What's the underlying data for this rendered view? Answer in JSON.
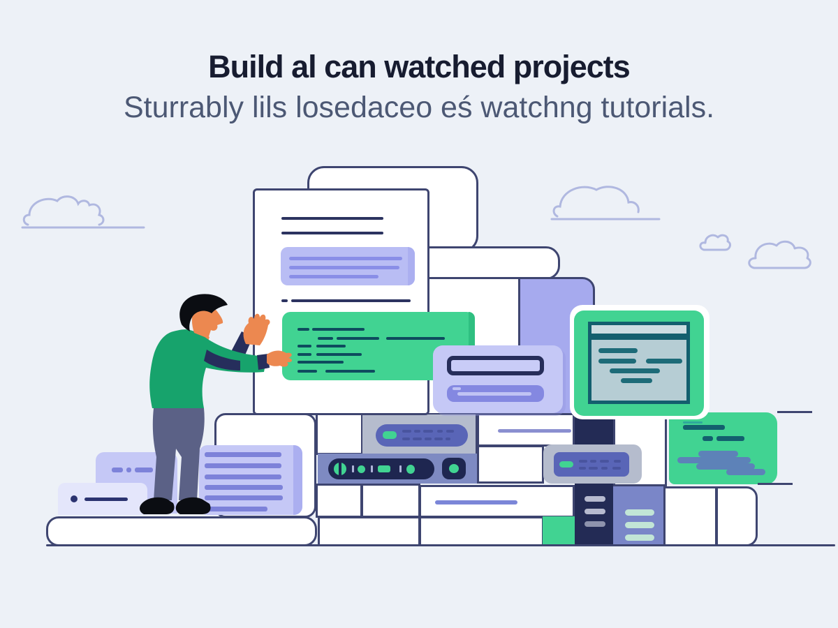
{
  "header": {
    "title": "Build al can watched projects",
    "subtitle": "Sturrably lils losedaceo eś watchng tutorials."
  },
  "illustration": {
    "alt": "Flat illustration of a person assembling a wall of stacked UI building blocks",
    "components": [
      "outline clouds",
      "document card with highlighted paragraph",
      "green code block with teal code lines",
      "lavender form card with input box and button bar",
      "green browser monitor with teal text lines",
      "media player bar with pause, play and stop controls",
      "control panels with purple readout screens",
      "green snippet card with blue text pills",
      "navy and purple columns with list pills",
      "lavender list cards",
      "white base platform",
      "person in green sweater placing a block"
    ]
  },
  "colors": {
    "bg": "#edf1f7",
    "title": "#171c30",
    "subtitle": "#4c5874",
    "outline": "#3e4570",
    "navy": "#232b55",
    "navy_deep": "#1e2650",
    "green": "#41d392",
    "green_dark": "#2fbf81",
    "teal": "#135f6e",
    "teal_line": "#0e4b5e",
    "screen_bg": "#b6cdd4",
    "screen_header": "#ccdde2",
    "periwinkle": "#b9bdf4",
    "periwinkle_line": "#898ee7",
    "lavender": "#c5c8f6",
    "lavender_fold": "#abaff0",
    "lavender_light": "#e4e6fb",
    "purple": "#a6aaee",
    "purple_bar": "#8488e1",
    "purple_stripe": "#7d82d9",
    "slate_row": "#7e8ac2",
    "gray_panel": "#b5bccd",
    "screen_purple": "#5965b7",
    "screen_marks": "#49549f",
    "blue_pill": "#5d82b8",
    "mint_pill": "#c2e5d6",
    "gray_pill": "#b6bacf",
    "gray_pill_dark": "#8e93ad",
    "blue_line": "#7b86d8",
    "violet_line": "#8a8fd0",
    "cloud": "#b0b8e0",
    "ground": "#3e4570",
    "skin": "#ec8850",
    "sweater": "#17a36c",
    "sleeve": "#262e5c",
    "pants": "#5b6186",
    "shoes": "#0b0d12",
    "dot_navy": "#2b3370"
  }
}
